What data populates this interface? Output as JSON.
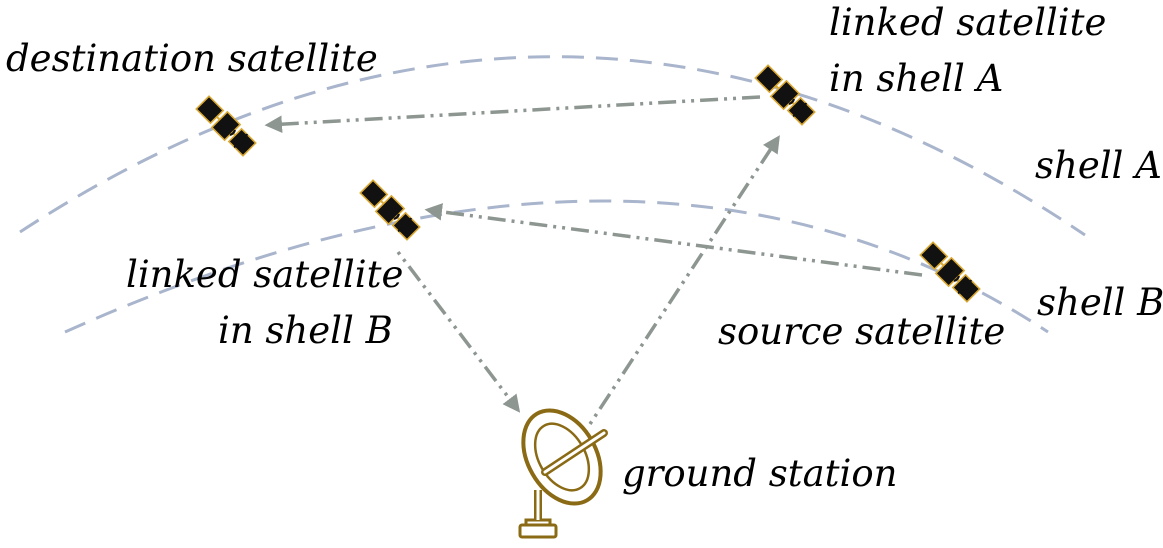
{
  "labels": {
    "destination": "destination satellite",
    "linked_a_line1": "linked satellite",
    "linked_a_line2": "in shell A",
    "shell_a": "shell A",
    "linked_b_line1": "linked satellite",
    "linked_b_line2": "in shell B",
    "shell_b": "shell B",
    "source": "source satellite",
    "ground": "ground station"
  },
  "colors": {
    "orbit": "#a9b5cc",
    "link": "#8d9690",
    "satellite_body": "#111111",
    "satellite_outline": "#d9a832",
    "ground_station": "#8a6a14"
  },
  "icons": {
    "satellite": "satellite-icon",
    "ground_station": "satellite-dish-icon"
  }
}
